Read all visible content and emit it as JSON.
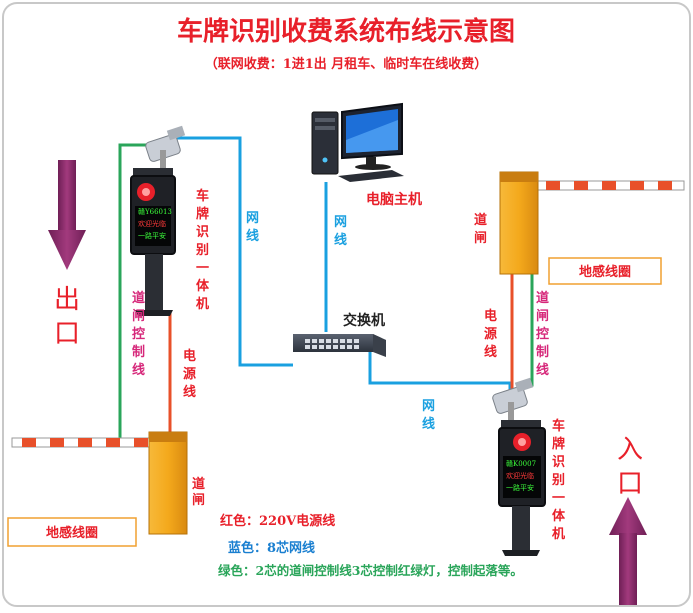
{
  "title": "车牌识别收费系统布线示意图",
  "subtitle": "（联网收费：1进1出 月租车、临时车在线收费）",
  "labels": {
    "exit": [
      "出",
      "口"
    ],
    "entry": [
      "入",
      "口"
    ],
    "pc_host": "电脑主机",
    "switch": "交换机",
    "lpr_camera_left": [
      "车",
      "牌",
      "识",
      "别",
      "一",
      "体",
      "机"
    ],
    "lpr_camera_right": [
      "车",
      "牌",
      "识",
      "别",
      "一",
      "体",
      "机"
    ],
    "net_line_left": [
      "网",
      "线"
    ],
    "net_line_pc": [
      "网",
      "线"
    ],
    "net_line_bottom": [
      "网",
      "线"
    ],
    "gate_ctrl_left": [
      "道",
      "闸",
      "控",
      "制",
      "线"
    ],
    "gate_ctrl_right": [
      "道",
      "闸",
      "控",
      "制",
      "线"
    ],
    "power_line_left": [
      "电",
      "源",
      "线"
    ],
    "power_line_right": [
      "电",
      "源",
      "线"
    ],
    "gate_left": [
      "道",
      "闸"
    ],
    "gate_right": [
      "道",
      "闸"
    ],
    "loop_left": "地感线圈",
    "loop_right": "地感线圈"
  },
  "legend": {
    "red": "红色：220V电源线",
    "blue": "蓝色：8芯网线",
    "green": "绿色：2芯的道闸控制线3芯控制红绿灯，控制起落等。"
  },
  "camera_display_text": {
    "left": [
      "赣Y66013",
      "欢迎光临",
      "一路平安"
    ],
    "right": [
      "赣K0007",
      "欢迎光临",
      "一路平安"
    ]
  },
  "colors": {
    "title": "#e8202a",
    "subtitle": "#e8202a",
    "exit_entry": "#e8202a",
    "arrow": "#8b2a6a",
    "network_line": "#1aa0e0",
    "power_line": "#e8502a",
    "control_line": "#2aa55a",
    "gate_body": "#f4a91c",
    "label_red": "#e8202a",
    "label_magenta": "#d6287a",
    "label_blue": "#1aa0e0",
    "legend_red": "#e8202a",
    "legend_blue": "#1a7fd0",
    "legend_green": "#2aa55a"
  }
}
